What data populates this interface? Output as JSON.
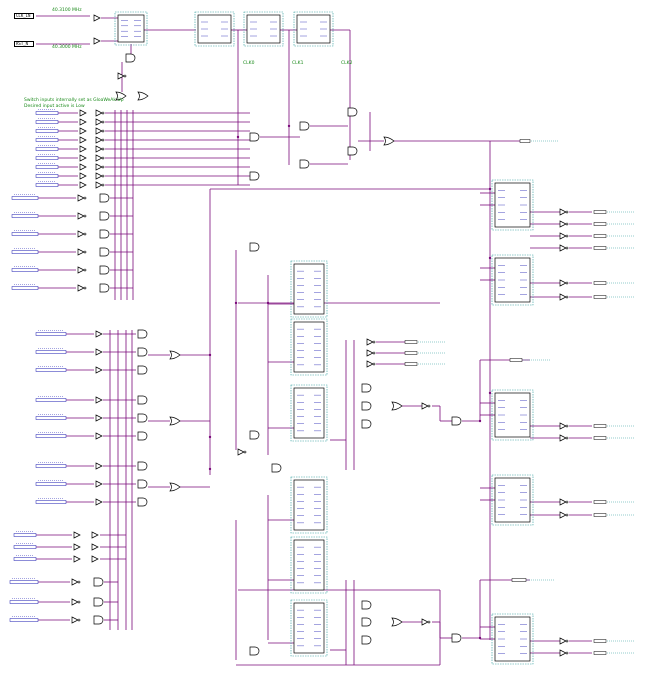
{
  "schematic": {
    "notes": {
      "top_osc_1": "40.3100 MHz",
      "top_osc_2": "40.3000 MHz",
      "switch_note_1": "Switch inputs internally set as GloaWeAk Up",
      "switch_note_2": "Desired input active is Low",
      "clk_label_1": "CLK0",
      "clk_label_2": "CLK1",
      "clk_label_3": "CLK2"
    },
    "ports": {
      "in_top_1": "CLK_IN",
      "in_top_2": "RST_N"
    },
    "colors": {
      "wire": "#7a0a7a",
      "gate": "#000000",
      "block_border": "#2a9a9a",
      "block_text": "#1a1ab0",
      "pin_label": "#1a1ab0",
      "note": "#1a8a1a"
    }
  }
}
